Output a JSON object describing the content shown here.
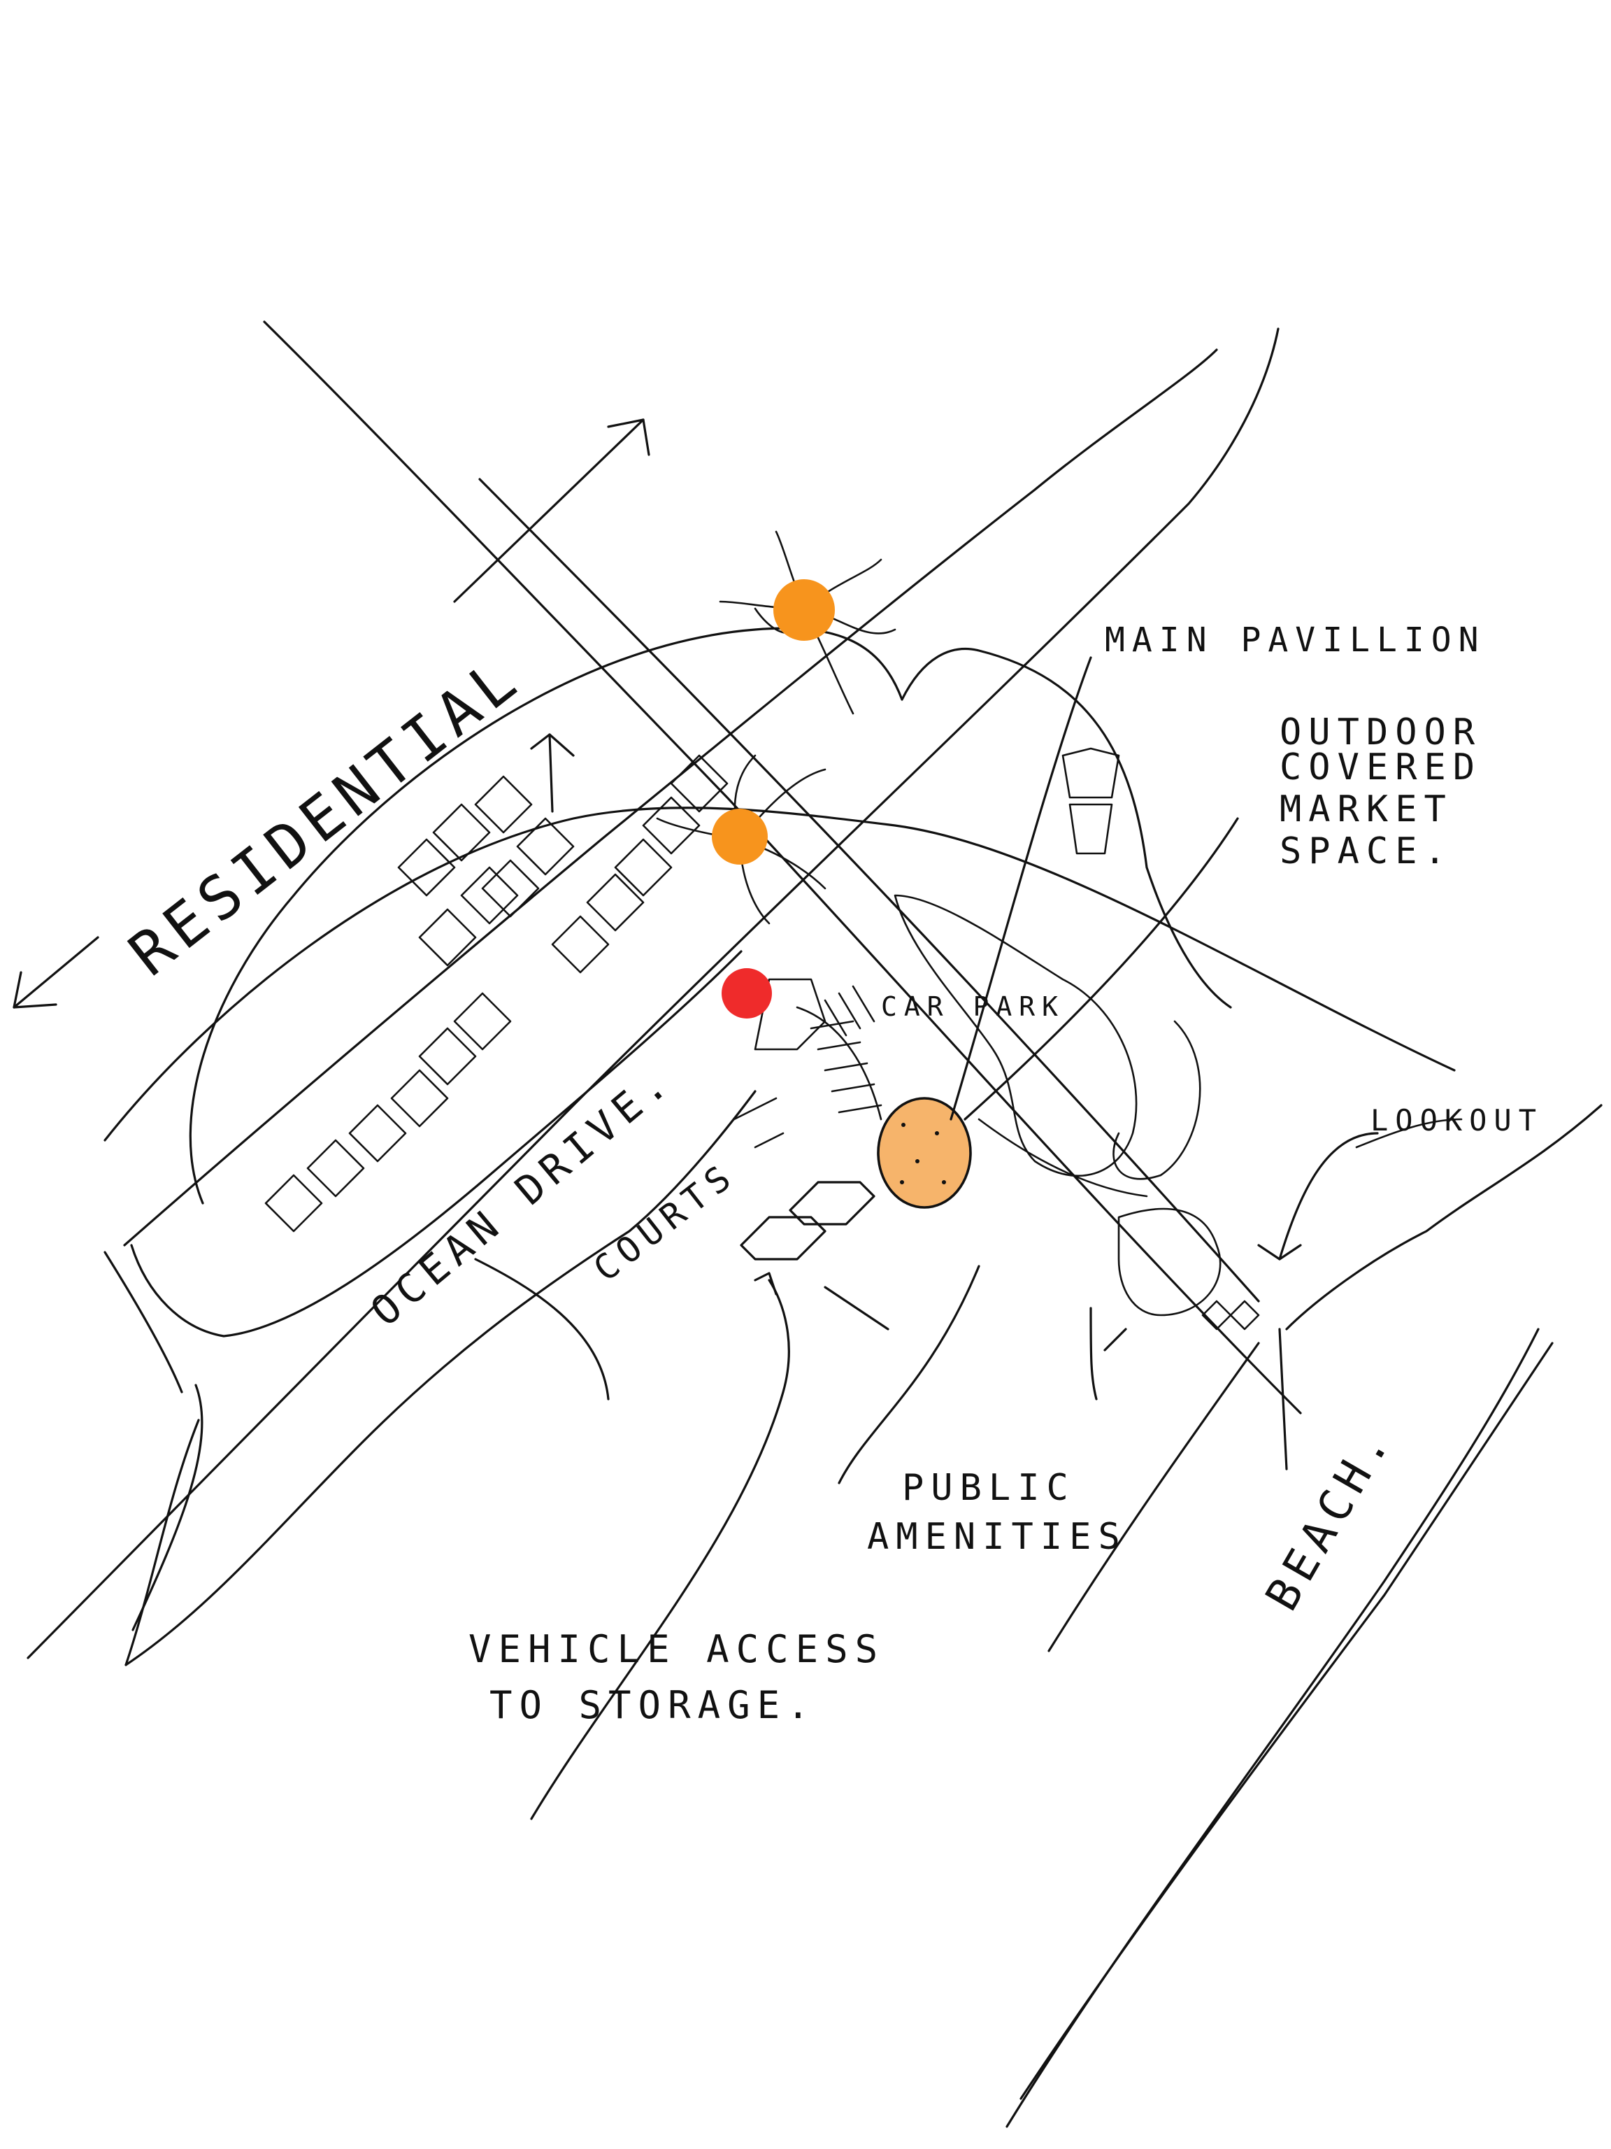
{
  "labels": {
    "residential": "RESIDENTIAL",
    "main_pavilion": "MAIN PAVILLION",
    "outdoor_market_line1": "OUTDOOR",
    "outdoor_market_line2": "COVERED",
    "outdoor_market_line3": "MARKET",
    "outdoor_market_line4": "SPACE.",
    "car_park": "CAR PARK",
    "lookout": "LOOKOUT",
    "ocean_drive": "OCEAN DRIVE.",
    "courts": "COURTS",
    "public_amenities_line1": "PUBLIC",
    "public_amenities_line2": "AMENITIES",
    "beach": "BEACH.",
    "vehicle_access_line1": "VEHICLE ACCESS",
    "vehicle_access_line2": "TO STORAGE."
  },
  "colors": {
    "ink": "#111111",
    "tree_marker": "#f7941d",
    "point_marker": "#ef2b2b",
    "pavilion_fill": "#f6b46b"
  }
}
